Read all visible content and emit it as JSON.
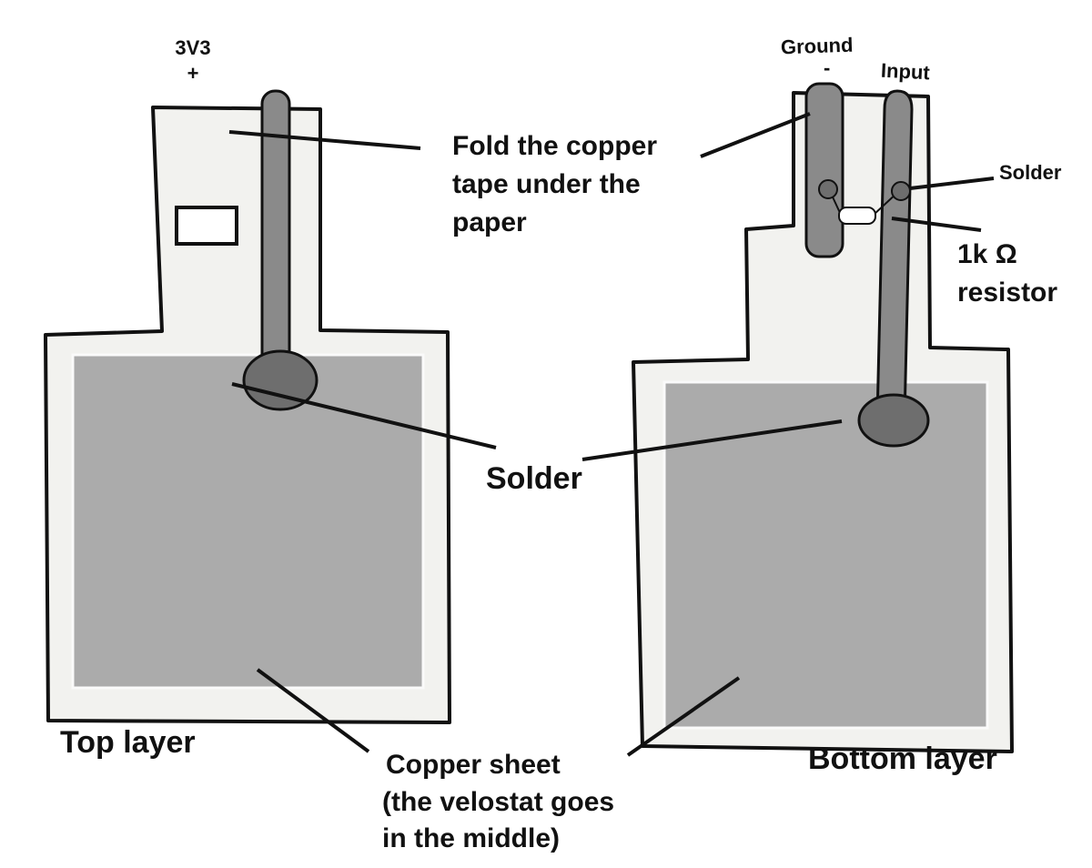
{
  "top_layer": {
    "title": "Top layer",
    "power_label": "3V3",
    "power_sign": "+"
  },
  "bottom_layer": {
    "title": "Bottom layer",
    "ground_label": "Ground",
    "ground_sign": "-",
    "input_label": "Input",
    "solder_label": "Solder",
    "resistor_line1": "1k Ω",
    "resistor_line2": "resistor"
  },
  "fold_note": [
    "Fold the copper",
    "tape under the",
    "paper"
  ],
  "solder_note": "Solder",
  "copper_note": [
    "Copper sheet",
    "(the velostat goes",
    "in the middle)"
  ],
  "colors": {
    "paper": "#f2f2ef",
    "copper": "#ababab",
    "tape": "#8a8a8a",
    "solder": "#6e6e6e",
    "ink": "#111111"
  }
}
